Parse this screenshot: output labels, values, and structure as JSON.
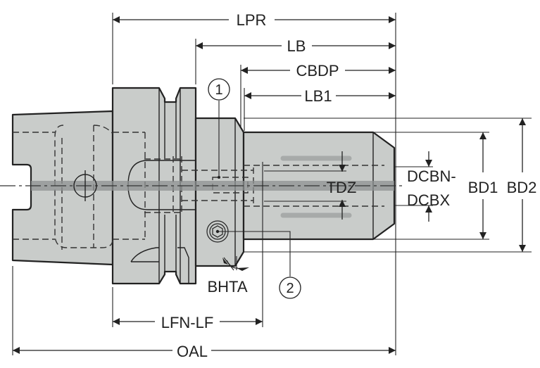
{
  "diagram": {
    "title_hidden": "",
    "dimensions": {
      "lpr": "LPR",
      "lb": "LB",
      "cbdp": "CBDP",
      "lb1": "LB1",
      "tdz": "TDZ",
      "dcbn_dcbx_line1": "DCBN-",
      "dcbn_dcbx_line2": "DCBX",
      "bd1": "BD1",
      "bd2": "BD2",
      "bhta": "BHTA",
      "lfn_lf": "LFN-LF",
      "oal": "OAL"
    },
    "callouts": [
      "1",
      "2"
    ],
    "colors": {
      "body_fill": "#c9ccca",
      "line": "#222222",
      "axis_band": "#8e9291"
    }
  }
}
